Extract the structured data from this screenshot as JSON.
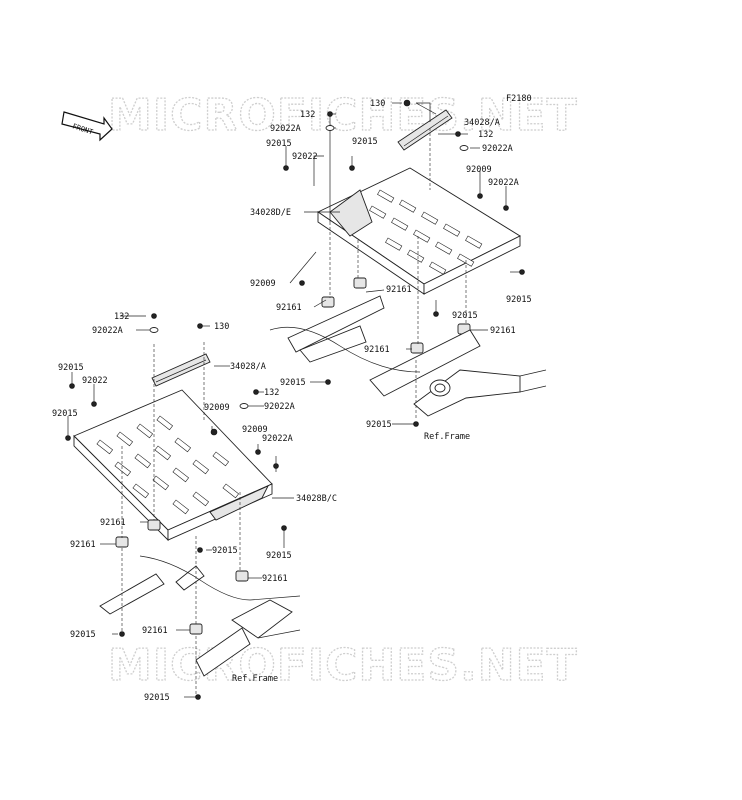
{
  "diagram": {
    "code": "F2180",
    "front_label": "FRONT",
    "watermark": "MICROFICHES.NET",
    "ref_frame": "Ref.Frame",
    "labels": {
      "p130": "130",
      "p132": "132",
      "p92022A": "92022A",
      "p92015": "92015",
      "p92022": "92022",
      "p34028A": "34028/A",
      "p34028DE": "34028D/E",
      "p34028BC": "34028B/C",
      "p92009": "92009",
      "p92161": "92161"
    }
  }
}
